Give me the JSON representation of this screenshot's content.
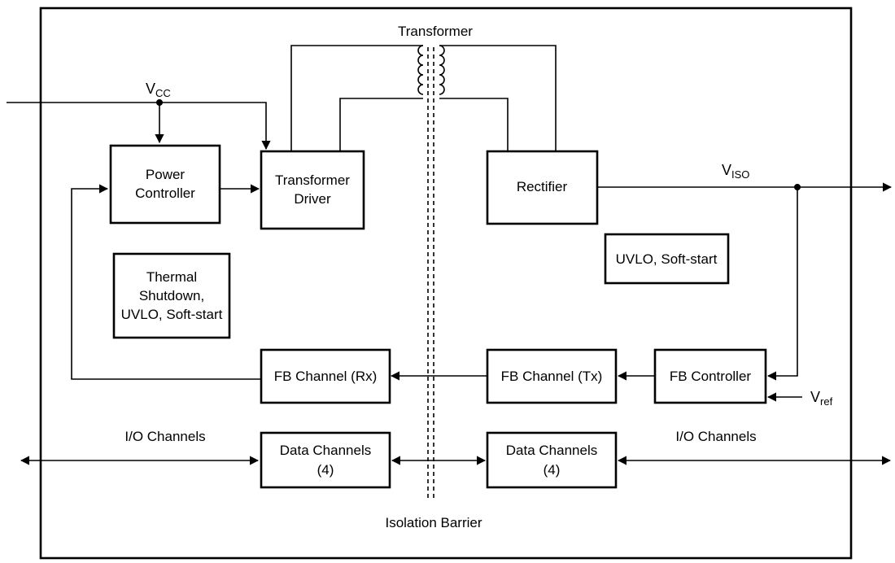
{
  "labels": {
    "transformer": "Transformer",
    "vcc_main": "V",
    "vcc_sub": "CC",
    "viso_main": "V",
    "viso_sub": "ISO",
    "vref_main": "V",
    "vref_sub": "ref",
    "io_left": "I/O Channels",
    "io_right": "I/O Channels",
    "isolation_barrier": "Isolation Barrier"
  },
  "blocks": {
    "power_controller": [
      "Power",
      "Controller"
    ],
    "transformer_driver": [
      "Transformer",
      "Driver"
    ],
    "rectifier": [
      "Rectifier"
    ],
    "thermal": [
      "Thermal",
      "Shutdown,",
      "UVLO, Soft-start"
    ],
    "uvlo_right": [
      "UVLO, Soft-start"
    ],
    "fb_rx": [
      "FB Channel (Rx)"
    ],
    "fb_tx": [
      "FB Channel (Tx)"
    ],
    "fb_controller": [
      "FB Controller"
    ],
    "data_left": [
      "Data Channels",
      "(4)"
    ],
    "data_right": [
      "Data Channels",
      "(4)"
    ]
  }
}
